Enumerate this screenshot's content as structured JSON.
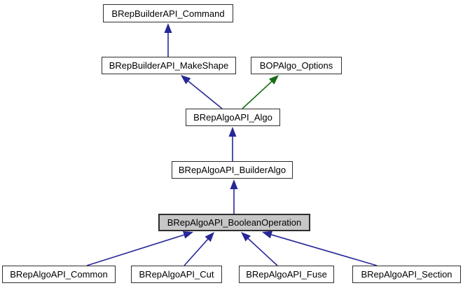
{
  "diagram": {
    "kind": "class-inheritance-graph",
    "background": "#ffffff",
    "colors": {
      "public_edge": "#272798",
      "protected_edge": "#156e15",
      "node_border": "#2e2e2e",
      "node_fill": "#ffffff",
      "selected_fill": "#c6c6c6",
      "text": "#000000"
    },
    "nodes": {
      "command": {
        "label": "BRepBuilderAPI_Command",
        "selected": false
      },
      "makeshape": {
        "label": "BRepBuilderAPI_MakeShape",
        "selected": false
      },
      "options": {
        "label": "BOPAlgo_Options",
        "selected": false
      },
      "algo": {
        "label": "BRepAlgoAPI_Algo",
        "selected": false
      },
      "builderalgo": {
        "label": "BRepAlgoAPI_BuilderAlgo",
        "selected": false
      },
      "booleanoperation": {
        "label": "BRepAlgoAPI_BooleanOperation",
        "selected": true
      },
      "common": {
        "label": "BRepAlgoAPI_Common",
        "selected": false
      },
      "cut": {
        "label": "BRepAlgoAPI_Cut",
        "selected": false
      },
      "fuse": {
        "label": "BRepAlgoAPI_Fuse",
        "selected": false
      },
      "section": {
        "label": "BRepAlgoAPI_Section",
        "selected": false
      }
    },
    "edges": [
      {
        "from": "makeshape",
        "to": "command",
        "relation": "public"
      },
      {
        "from": "algo",
        "to": "makeshape",
        "relation": "public"
      },
      {
        "from": "algo",
        "to": "options",
        "relation": "protected"
      },
      {
        "from": "builderalgo",
        "to": "algo",
        "relation": "public"
      },
      {
        "from": "booleanoperation",
        "to": "builderalgo",
        "relation": "public"
      },
      {
        "from": "common",
        "to": "booleanoperation",
        "relation": "public"
      },
      {
        "from": "cut",
        "to": "booleanoperation",
        "relation": "public"
      },
      {
        "from": "fuse",
        "to": "booleanoperation",
        "relation": "public"
      },
      {
        "from": "section",
        "to": "booleanoperation",
        "relation": "public"
      }
    ]
  }
}
